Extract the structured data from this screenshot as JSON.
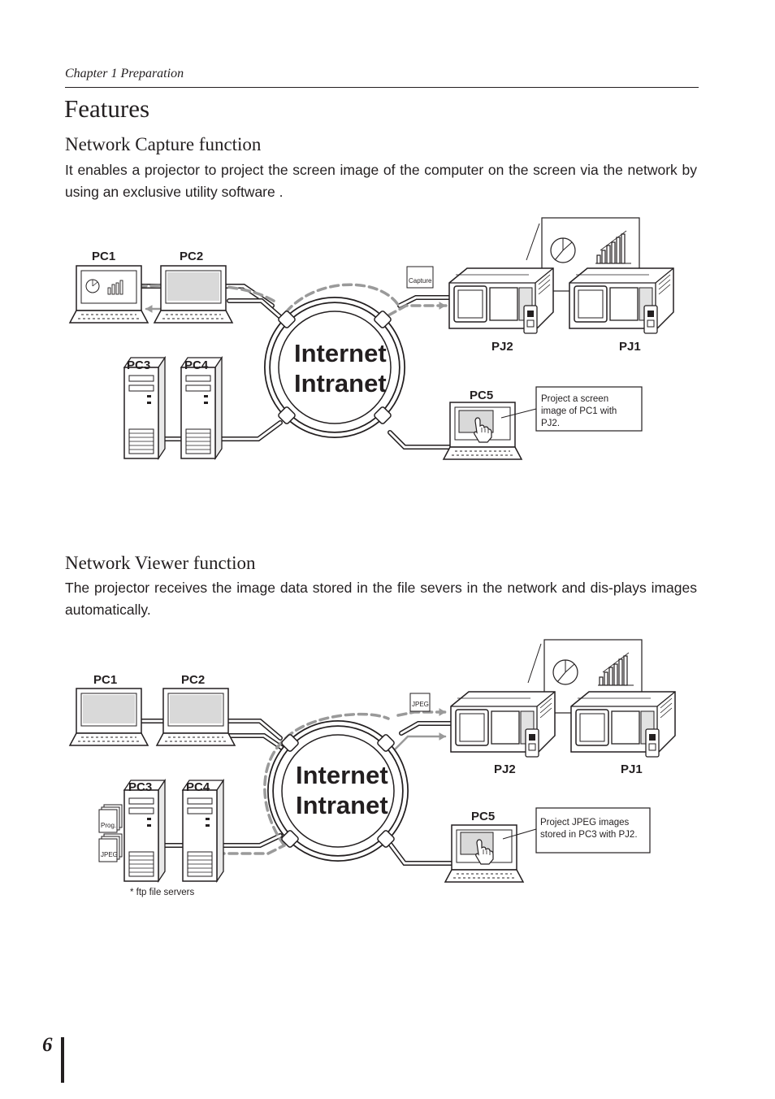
{
  "header": {
    "chapter": "Chapter 1 Preparation",
    "title": "Features"
  },
  "capture": {
    "heading": "Network Capture function",
    "text": "It enables a projector to project the screen image of the computer on the screen via the network by using an exclusive utility software .",
    "labels": {
      "pc1": "PC1",
      "pc2": "PC2",
      "pc3": "PC3",
      "pc4": "PC4",
      "pc5": "PC5",
      "pj1": "PJ1",
      "pj2": "PJ2"
    },
    "cloud_line1": "Internet",
    "cloud_line2": "Intranet",
    "tag": "Capture",
    "callout": [
      "Project a screen",
      "image of PC1 with",
      "PJ2."
    ]
  },
  "viewer": {
    "heading": "Network Viewer function",
    "text": "The projector receives the image data stored in the file severs in the network and dis-plays images automatically.",
    "labels": {
      "pc1": "PC1",
      "pc2": "PC2",
      "pc3": "PC3",
      "pc4": "PC4",
      "pc5": "PC5",
      "pj1": "PJ1",
      "pj2": "PJ2"
    },
    "cloud_line1": "Internet",
    "cloud_line2": "Intranet",
    "tag": "JPEG",
    "file_prog": "Prog.",
    "file_jpeg": "JPEG",
    "footnote": "* ftp file servers",
    "callout": [
      "Project JPEG images",
      "stored in PC3 with PJ2."
    ]
  },
  "page_number": "6"
}
